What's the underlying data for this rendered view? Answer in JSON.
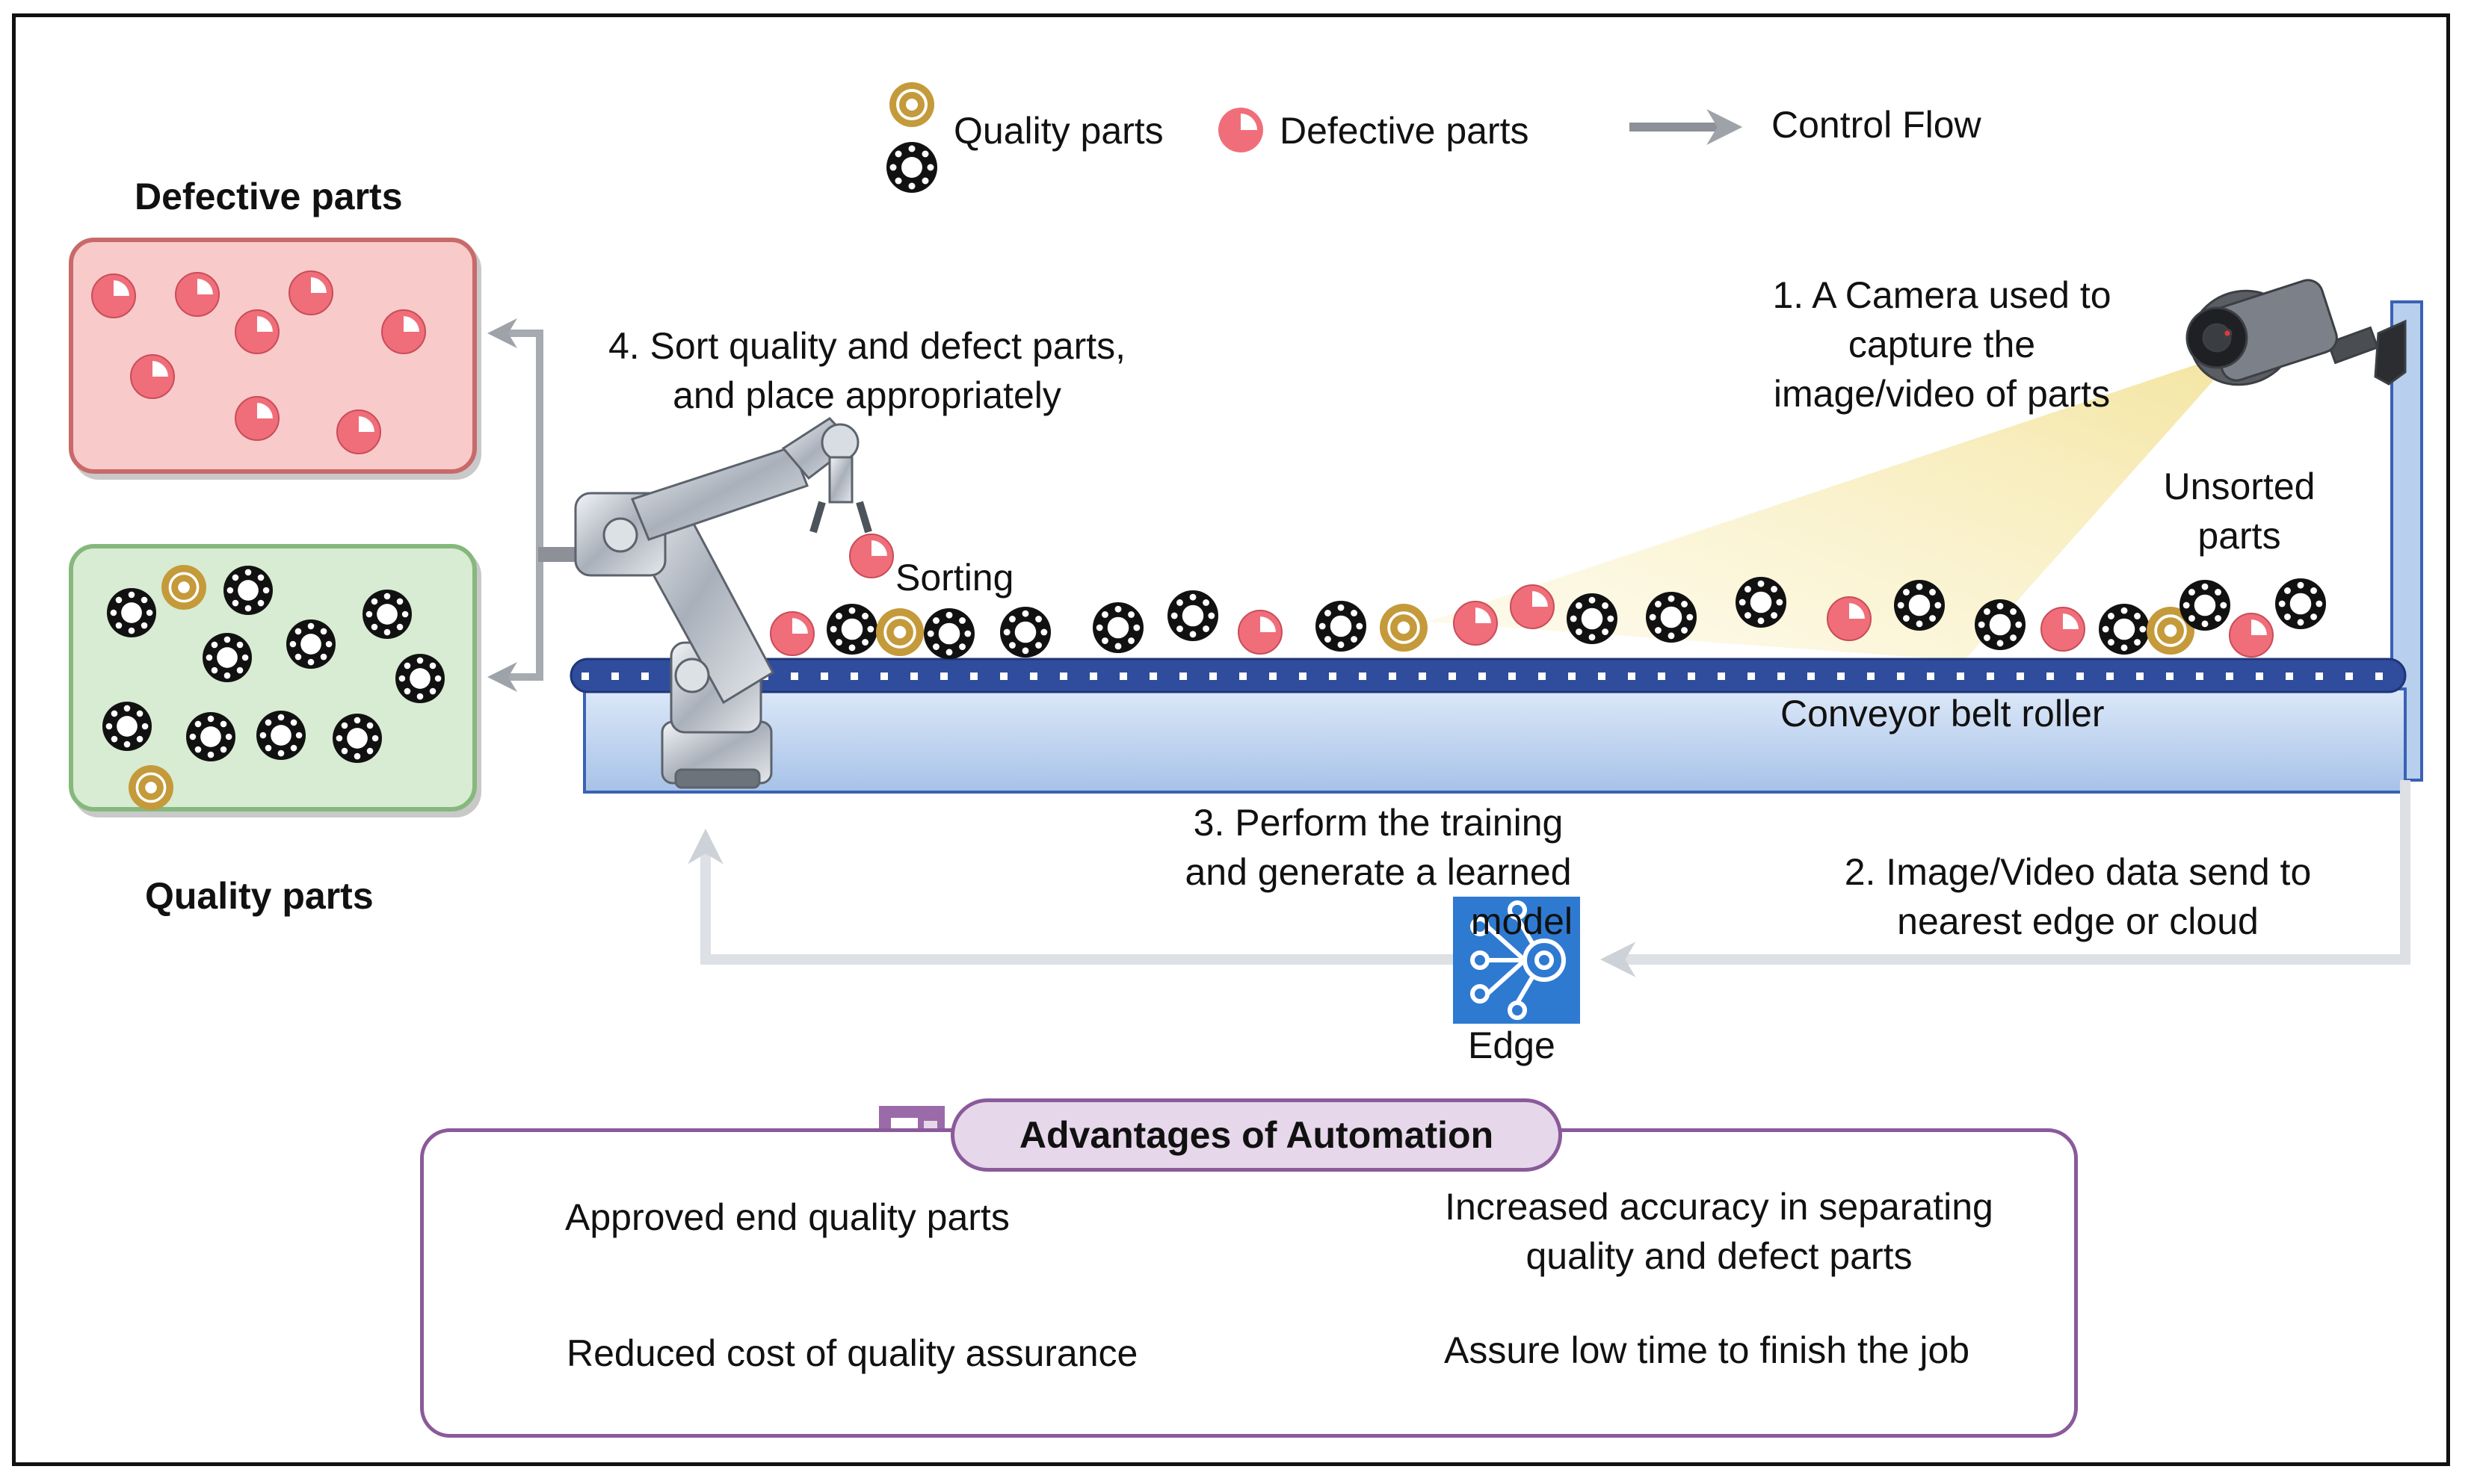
{
  "legend": {
    "quality_label": "Quality parts",
    "defective_label": "Defective parts",
    "flow_label": "Control Flow"
  },
  "bins": {
    "defective_title": "Defective parts",
    "quality_title": "Quality parts"
  },
  "steps": {
    "step1": [
      "1. A Camera used to",
      "capture the",
      "image/video of parts"
    ],
    "step2": [
      "2. Image/Video data send to",
      "nearest edge or cloud"
    ],
    "step3": [
      "3. Perform the training",
      "and generate a learned",
      "model"
    ],
    "step4": [
      "4. Sort quality and defect parts,",
      "and place appropriately"
    ]
  },
  "labels": {
    "unsorted": [
      "Unsorted",
      "parts"
    ],
    "sorting": "Sorting",
    "conveyor": "Conveyor belt roller",
    "edge": "Edge"
  },
  "advantages": {
    "title": "Advantages of Automation",
    "items": [
      {
        "icon": "award-ribbon-icon",
        "text": [
          "Approved end quality parts"
        ]
      },
      {
        "icon": "target-icon",
        "text": [
          "Increased accuracy in separating",
          "quality and defect parts"
        ]
      },
      {
        "icon": "cost-dollar-icon",
        "text": [
          "Reduced cost of quality assurance"
        ]
      },
      {
        "icon": "thumbs-up-clock-icon",
        "text": [
          "Assure low time to finish the job"
        ]
      }
    ]
  },
  "colors": {
    "defect_red": "#f06e7a",
    "quality_gold": "#c49a3a",
    "bin_defect_fill": "#f8caca",
    "bin_quality_fill": "#d7ecd2",
    "belt_blue": "#2f4d9c",
    "conveyor_body": "#b8cfee",
    "edge_blue": "#2e7ad1",
    "advantage_purple": "#8a5a9a"
  }
}
